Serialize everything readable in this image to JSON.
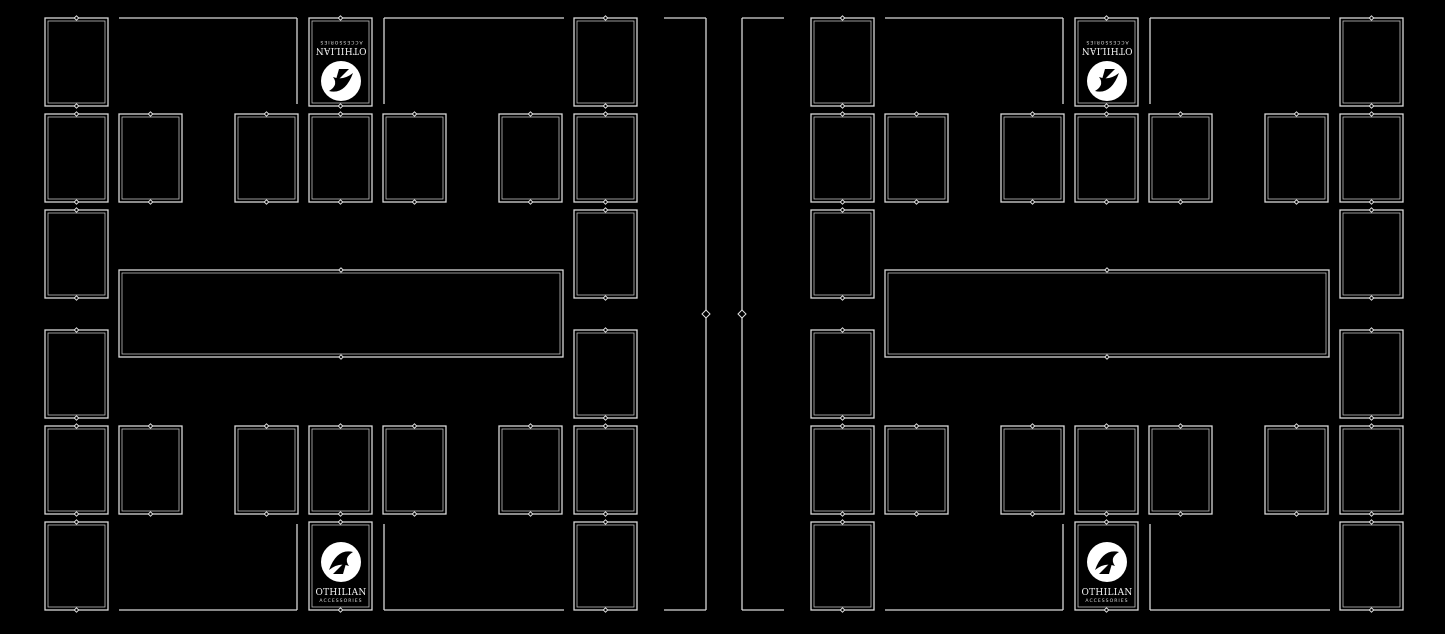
{
  "mat": {
    "background": "#000000",
    "line_color": "#d8d8d8",
    "halves": [
      "left-playmat",
      "right-playmat"
    ]
  },
  "logo": {
    "brand": "OTHILIAN",
    "subtitle": "ACCESSORIES",
    "icon": "dragon-emblem-icon"
  }
}
